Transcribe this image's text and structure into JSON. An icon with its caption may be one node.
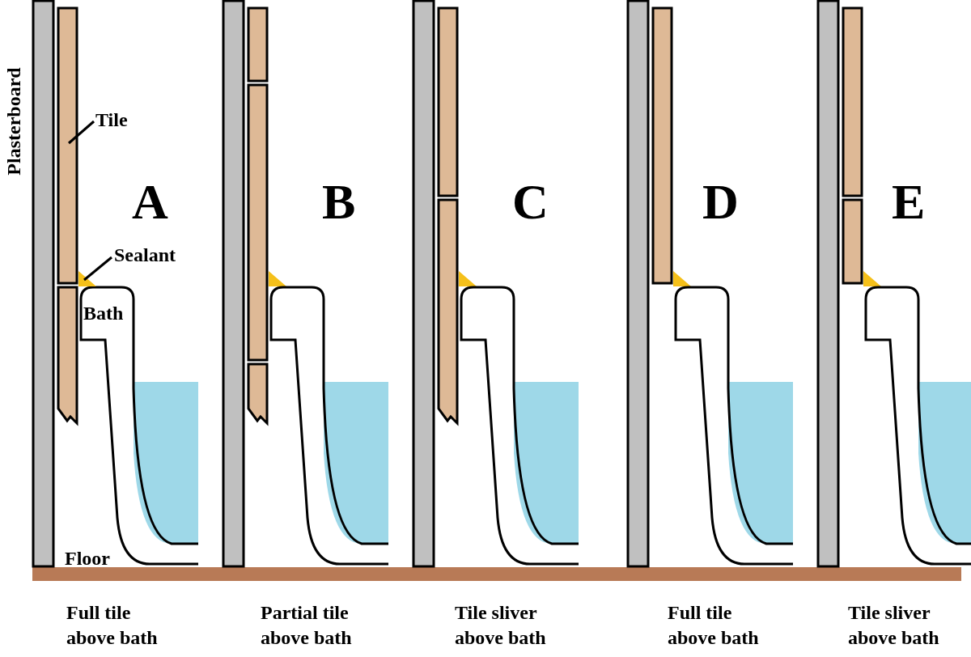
{
  "diagram": {
    "nodes": [
      {
        "text": [
          "Tile"
        ]
      },
      {
        "text": [],
        "shape": "box"
      },
      {
        "text": [
          "Sealant"
        ]
      },
      {
        "text": [],
        "shape": "triangle"
      }
    ],
    "edges": [
      {
        "from": 0,
        "to": 1,
        "arrow": "none"
      },
      {
        "from": 2,
        "to": 3,
        "arrow": "none"
      }
    ],
    "labels": [
      "Plasterboard",
      "A",
      "B",
      "C",
      "D",
      "E",
      "Bath",
      "Floor",
      "Full tile above bath",
      "Partial tile above bath",
      "Tile sliver above bath",
      "Full tile above bath",
      "Tile sliver above bath"
    ]
  }
}
